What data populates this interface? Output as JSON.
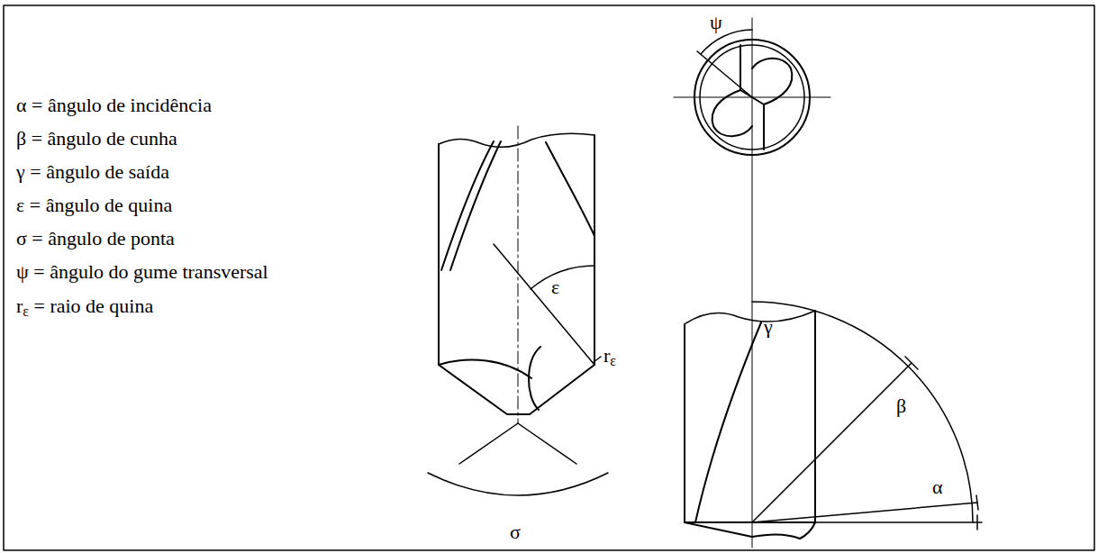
{
  "diagram": {
    "labels": [
      "α = ângulo de incidência",
      "β = ângulo de cunha",
      "γ = ângulo de saída",
      "ε = ângulo de quina",
      "σ = ângulo de ponta",
      "ψ = ângulo do gume transversal",
      "rε = raio de quina",
      "ψ",
      "ε",
      "rε",
      "σ",
      "γ",
      "β",
      "α"
    ]
  }
}
